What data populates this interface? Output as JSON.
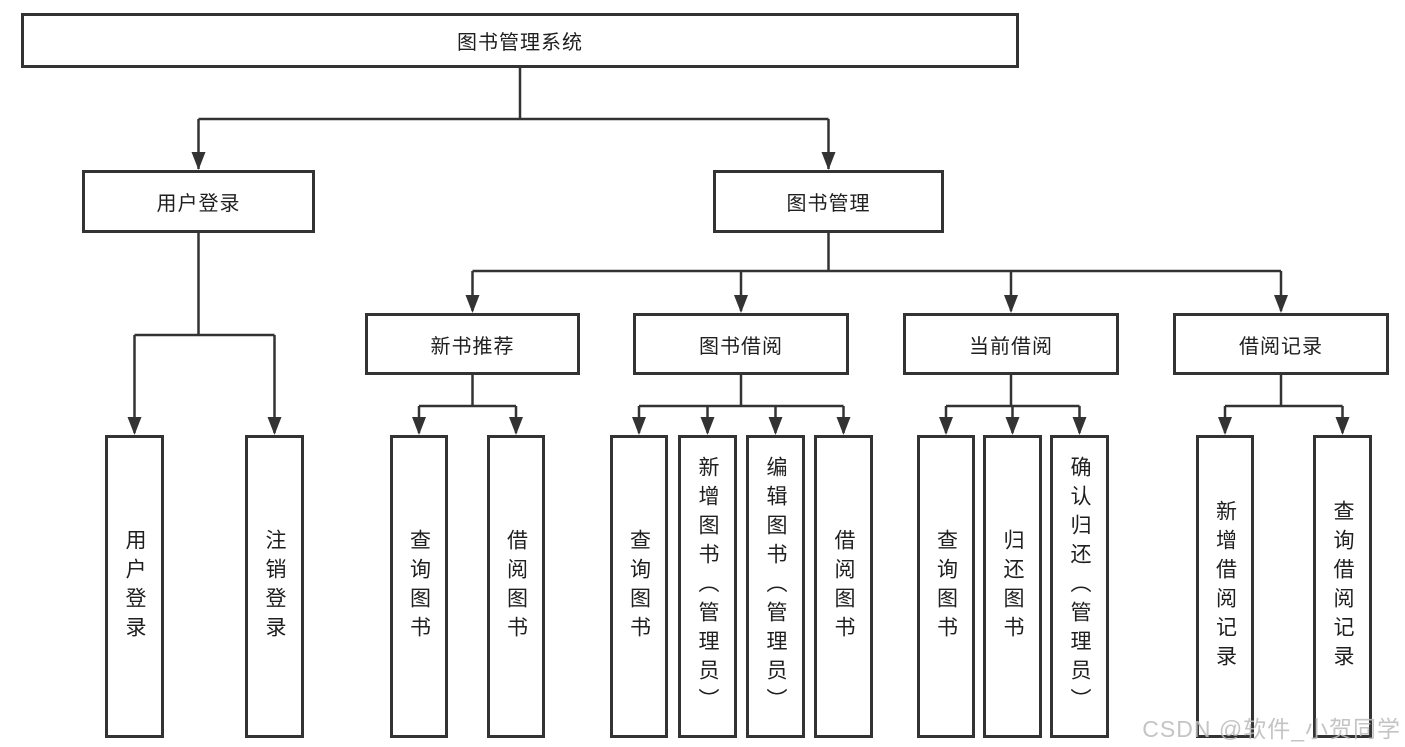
{
  "diagram": {
    "root": {
      "label": "图书管理系统"
    },
    "level2": [
      {
        "label": "用户登录",
        "children": [
          {
            "label": "用户登录"
          },
          {
            "label": "注销登录"
          }
        ]
      },
      {
        "label": "图书管理",
        "children": [
          {
            "label": "新书推荐",
            "children": [
              {
                "label": "查询图书"
              },
              {
                "label": "借阅图书"
              }
            ]
          },
          {
            "label": "图书借阅",
            "children": [
              {
                "label": "查询图书"
              },
              {
                "label": "新增图书（管理员）"
              },
              {
                "label": "编辑图书（管理员）"
              },
              {
                "label": "借阅图书"
              }
            ]
          },
          {
            "label": "当前借阅",
            "children": [
              {
                "label": "查询图书"
              },
              {
                "label": "归还图书"
              },
              {
                "label": "确认归还（管理员）"
              }
            ]
          },
          {
            "label": "借阅记录",
            "children": [
              {
                "label": "新增借阅记录"
              },
              {
                "label": "查询借阅记录"
              }
            ]
          }
        ]
      }
    ]
  },
  "watermark": {
    "text": "CSDN @软件_小贺同学"
  },
  "colors": {
    "line": "#333333",
    "box_border": "#333333",
    "text": "#1f1f1f",
    "watermark": "#bcbcbc",
    "background": "#ffffff"
  }
}
